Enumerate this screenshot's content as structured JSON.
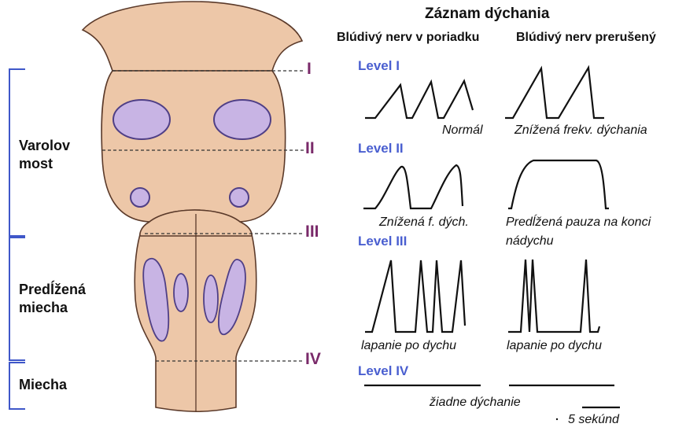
{
  "header": {
    "title": "Záznam dýchania",
    "col_left": "Blúdivý nerv v poriadku",
    "col_right": "Blúdivý nerv prerušený"
  },
  "regions": {
    "pons_line1": "Varolov",
    "pons_line2": "most",
    "medulla_line1": "Predĺžená",
    "medulla_line2": "miecha",
    "spinal": "Miecha"
  },
  "cut_markers": [
    "I",
    "II",
    "III",
    "IV"
  ],
  "levels": [
    {
      "label": "Level I",
      "left_caption": "Normál",
      "right_caption": "Znížená frekv. dýchania"
    },
    {
      "label": "Level II",
      "left_caption": "Znížená f. dých.",
      "right_caption_line1": "Predĺžená pauza na konci",
      "right_caption_line2": "nádychu"
    },
    {
      "label": "Level III",
      "left_caption": "lapanie po dychu",
      "right_caption": "lapanie po dychu"
    },
    {
      "label": "Level IV",
      "shared_caption": "žiadne dýchanie"
    }
  ],
  "scale_bar": {
    "label": "5 sekúnd",
    "seconds": 5
  },
  "colors": {
    "tissue": "#edc7a8",
    "tissue_stroke": "#5b3a2a",
    "nucleus": "#c8b4e4",
    "nucleus_stroke": "#4f3f86",
    "bracket": "#3f57c9",
    "level_label": "#4a5fd0",
    "marker": "#7a2a6a"
  }
}
